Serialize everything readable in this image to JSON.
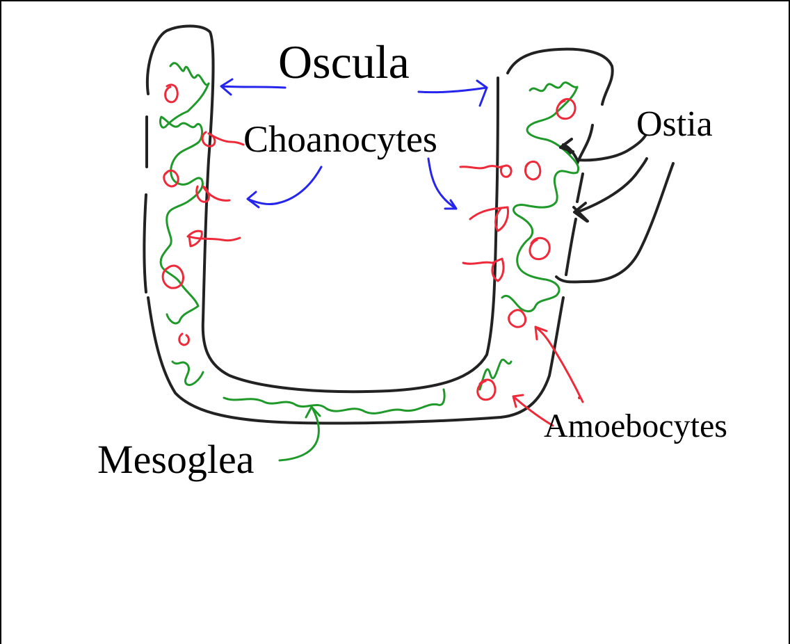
{
  "labels": {
    "oscula": "Oscula",
    "choanocytes": "Choanocytes",
    "ostia": "Ostia",
    "amoebocytes": "Amoebocytes",
    "mesoglea": "Mesoglea"
  },
  "colors": {
    "outline": "#222222",
    "mesoglea": "#1f9a2a",
    "cells": "#ee2a3a",
    "arrows": "#2525ee"
  }
}
